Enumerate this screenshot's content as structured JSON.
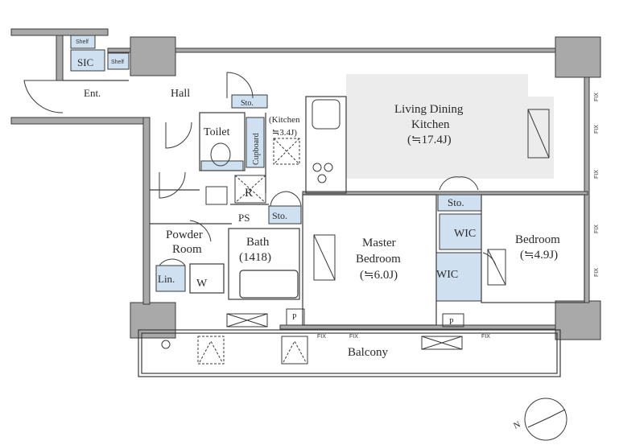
{
  "rooms": {
    "sic": "SIC",
    "shelf_top": "Shelf",
    "shelf_side": "Shelf",
    "entrance": "Ent.",
    "hall": "Hall",
    "storage_hall": "Sto.",
    "toilet": "Toilet",
    "cupboard": "Cupboard",
    "kitchen_line1": "(Kitchen",
    "kitchen_line2": "≒3.4J)",
    "ldk_line1": "Living Dining",
    "ldk_line2": "Kitchen",
    "ldk_line3": "(≒17.4J)",
    "refrigerator": "R",
    "pipe_space": "PS",
    "storage_kitchen": "Sto.",
    "powder_line1": "Powder",
    "powder_line2": "Room",
    "linen": "Lin.",
    "washer": "W",
    "bath_line1": "Bath",
    "bath_line2": "(1418)",
    "master_line1": "Master",
    "master_line2": "Bedroom",
    "master_line3": "(≒6.0J)",
    "storage_bed": "Sto.",
    "wic_upper": "WIC",
    "wic_lower": "WIC",
    "bedroom_line1": "Bedroom",
    "bedroom_line2": "(≒4.9J)",
    "balcony": "Balcony",
    "p_left": "P",
    "p_right": "P"
  },
  "window_tags": [
    "FIX",
    "FIX",
    "FIX",
    "FIX",
    "FIX",
    "FIX",
    "FIX",
    "FIX"
  ],
  "compass_label": "N",
  "colors": {
    "wall": "#a9a9a9",
    "line": "#3a3a3a",
    "ldk_floor": "#ececec",
    "wet_area": "#cfe0f0"
  }
}
